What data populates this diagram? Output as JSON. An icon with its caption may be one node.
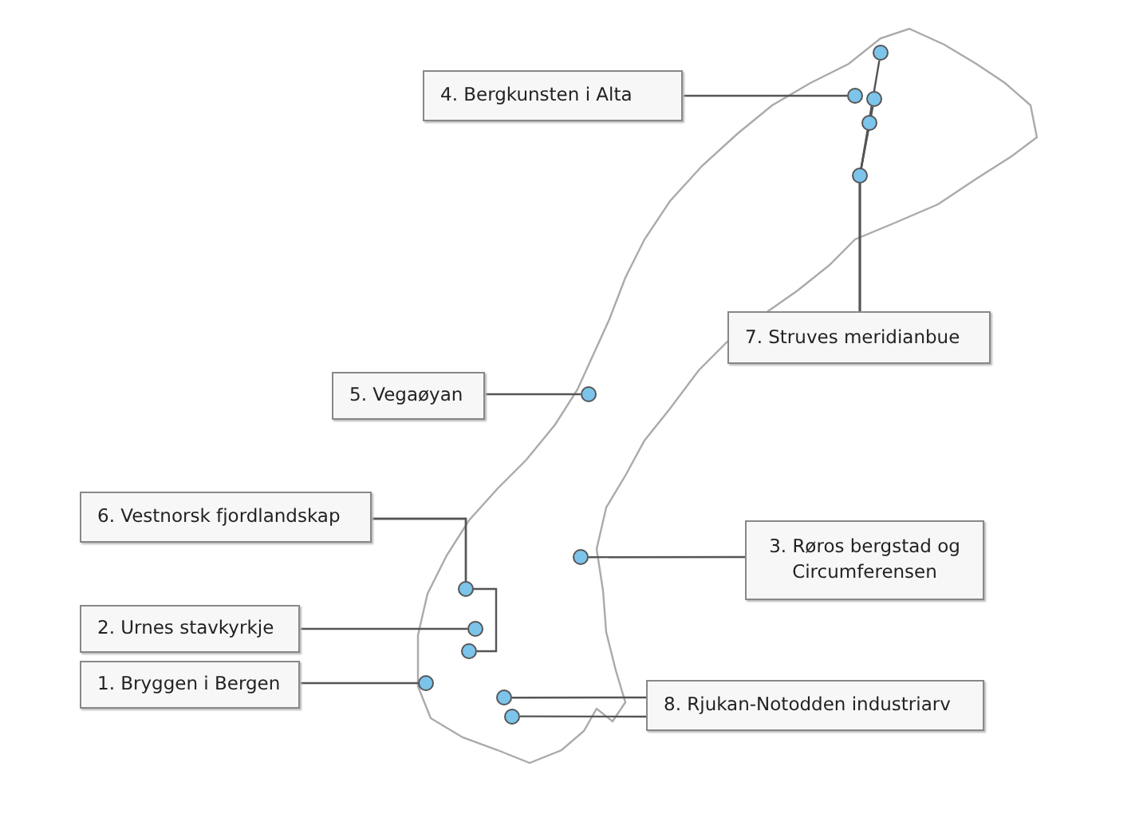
{
  "diagram": {
    "nodes": [
      {
        "text": [
          "4. Bergkunsten i Alta"
        ]
      },
      {
        "text": [],
        "shape": "circle"
      },
      {
        "text": [],
        "shape": "circle"
      },
      {
        "text": [],
        "shape": "circle"
      },
      {
        "text": [],
        "shape": "circle"
      },
      {
        "text": [],
        "shape": "circle"
      },
      {
        "text": [
          "7. Struves meridianbue"
        ]
      },
      {
        "text": [
          "5. Vegaøyan"
        ]
      },
      {
        "text": [],
        "shape": "circle"
      },
      {
        "text": [
          "6. Vestnorsk fjordlandskap"
        ]
      },
      {
        "text": [],
        "shape": "circle"
      },
      {
        "text": [
          "3. Røros bergstad og Circumferensen"
        ]
      },
      {
        "text": [],
        "shape": "circle"
      },
      {
        "text": [],
        "shape": "circle"
      },
      {
        "text": [],
        "shape": "circle"
      },
      {
        "text": [
          "2. Urnes stavkyrkje"
        ]
      },
      {
        "text": [
          "1. Bryggen i Bergen"
        ]
      },
      {
        "text": [],
        "shape": "circle"
      },
      {
        "text": [],
        "shape": "circle"
      },
      {
        "text": [],
        "shape": "circle"
      },
      {
        "text": [
          "8. Rjukan-Notodden industriarv"
        ]
      }
    ],
    "edges": [
      {
        "from": 0,
        "to": 1,
        "arrow": "none"
      },
      {
        "from": 6,
        "to": 2,
        "arrow": "none"
      },
      {
        "from": 6,
        "to": 3,
        "arrow": "none"
      },
      {
        "from": 6,
        "to": 4,
        "arrow": "none"
      },
      {
        "from": 6,
        "to": 5,
        "arrow": "none"
      },
      {
        "from": 7,
        "to": 8,
        "arrow": "none"
      },
      {
        "from": 9,
        "to": 12,
        "arrow": "none"
      },
      {
        "from": 9,
        "to": 14,
        "arrow": "none"
      },
      {
        "from": 11,
        "to": 10,
        "arrow": "none"
      },
      {
        "from": 15,
        "to": 13,
        "arrow": "none"
      },
      {
        "from": 16,
        "to": 17,
        "arrow": "none"
      },
      {
        "from": 20,
        "to": 18,
        "arrow": "none"
      },
      {
        "from": 20,
        "to": 19,
        "arrow": "none"
      }
    ]
  }
}
